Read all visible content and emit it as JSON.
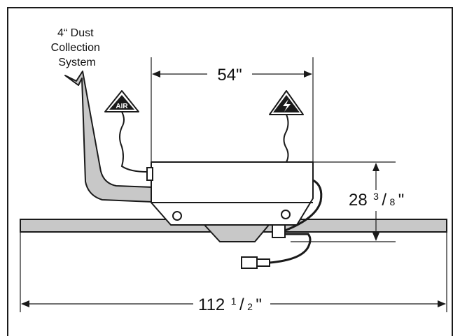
{
  "dust_collection": {
    "line1": "4“ Dust",
    "line2": "Collection",
    "line3": "System"
  },
  "width_dim": {
    "value": "54\""
  },
  "height_dim": {
    "whole": "28",
    "num": "3",
    "slash": "/",
    "den": "8",
    "unit": "\""
  },
  "length_dim": {
    "whole": "112",
    "num": "1",
    "slash": "/",
    "den": "2",
    "unit": "\""
  },
  "air_sign": {
    "text": "AIR"
  },
  "icons": {
    "air": "air-warning-triangle-icon",
    "electric": "electrical-hazard-triangle-icon"
  },
  "colors": {
    "line": "#1a1a1a",
    "fill_gray": "#c8c8c8",
    "white": "#ffffff"
  }
}
